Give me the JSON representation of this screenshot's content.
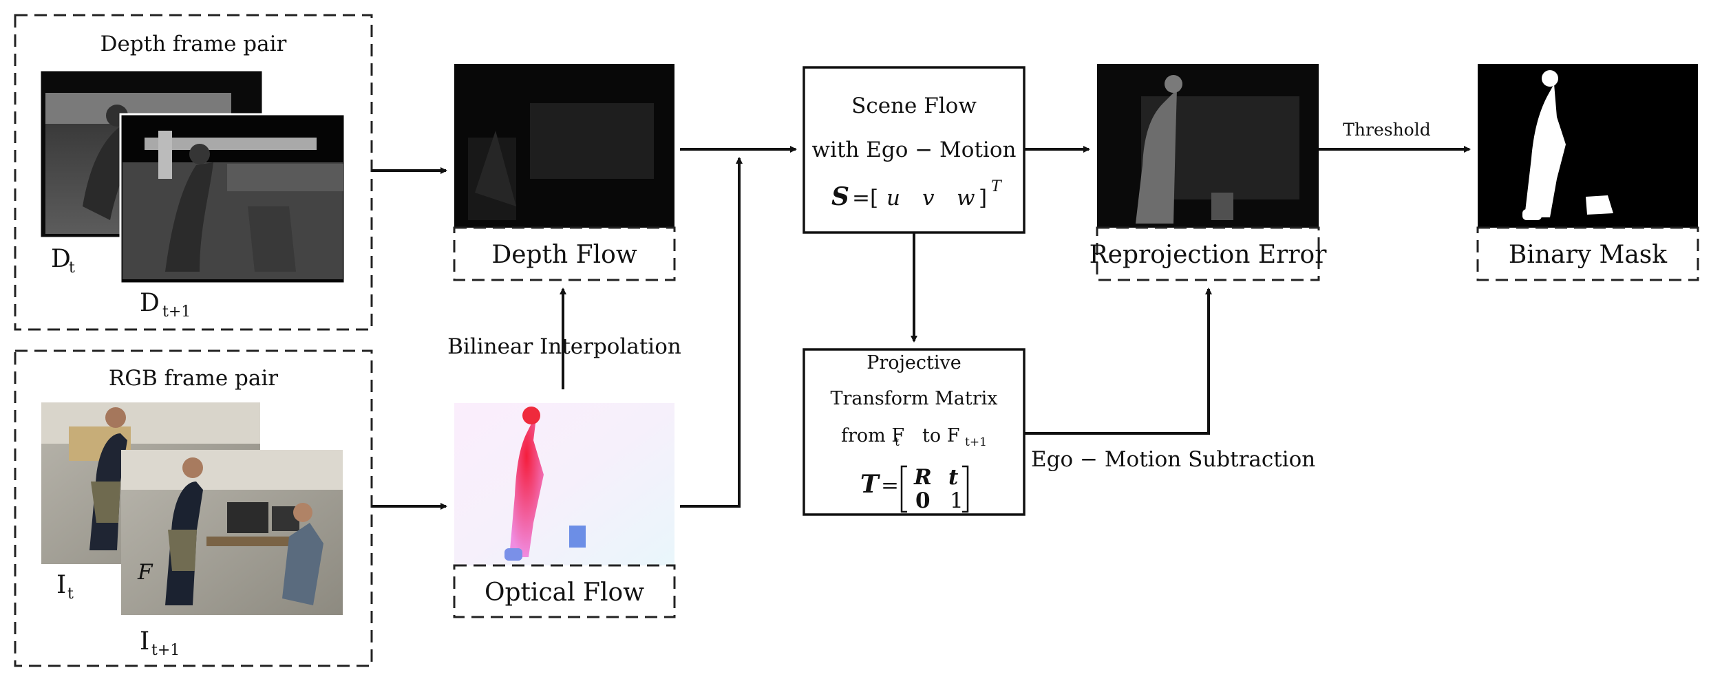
{
  "depth_pair": {
    "title": "Depth frame pair",
    "frame_t": {
      "base": "D",
      "sub": "t"
    },
    "frame_t1": {
      "base": "D",
      "sub": "t+1"
    }
  },
  "rgb_pair": {
    "title": "RGB frame pair",
    "frame_t": {
      "base": "I",
      "sub": "t"
    },
    "frame_t1": {
      "base": "I",
      "sub": "t+1"
    },
    "inner_mark": "F"
  },
  "depth_flow": {
    "label": "Depth Flow"
  },
  "optical_flow": {
    "label": "Optical Flow"
  },
  "bilinear": {
    "label": "Bilinear Interpolation"
  },
  "scene_flow": {
    "line1": "Scene Flow",
    "line2": "with Ego − Motion",
    "eq_lhs": "S",
    "eq_rhs_u": "u",
    "eq_rhs_v": "v",
    "eq_rhs_w": "w",
    "eq_sup": "T"
  },
  "projective": {
    "line1": "Projective",
    "line2": "Transform Matrix",
    "line3_from": "from F",
    "line3_sub1": "t",
    "line3_to": "to F",
    "line3_sub2": "t+1",
    "eq_lhs": "T",
    "m11": "R",
    "m12": "t",
    "m21": "0",
    "m22": "1"
  },
  "ego_subtraction": {
    "label": "Ego − Motion Subtraction"
  },
  "reprojection": {
    "label": "Reprojection Error"
  },
  "threshold": {
    "label": "Threshold"
  },
  "binary_mask": {
    "label": "Binary Mask"
  }
}
